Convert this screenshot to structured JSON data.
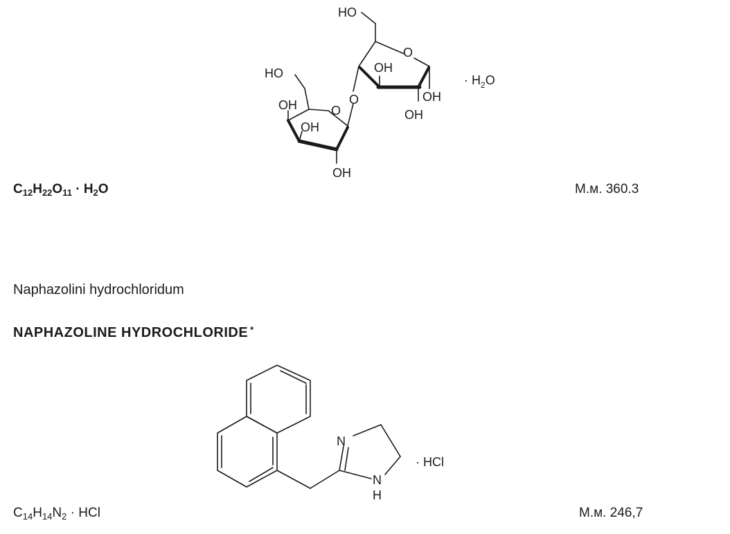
{
  "lactose": {
    "formula_parts": [
      {
        "t": "C",
        "sub": false
      },
      {
        "t": "12",
        "sub": true
      },
      {
        "t": "H",
        "sub": false
      },
      {
        "t": "22",
        "sub": true
      },
      {
        "t": "O",
        "sub": false
      },
      {
        "t": "11",
        "sub": true
      },
      {
        "t": " · H",
        "sub": false
      },
      {
        "t": "2",
        "sub": true
      },
      {
        "t": "O",
        "sub": false
      }
    ],
    "mol_mass": "М.м. 360.3",
    "structure_labels": {
      "ho_top": "HO",
      "ho_left": "HO",
      "o_ring_right": "O",
      "oh_right_1": "OH",
      "oh_right_2": "OH",
      "oh_right_3": "OH",
      "o_bridge": "O",
      "oh_left_1": "OH",
      "oh_left_2": "OH",
      "o_ring_left": "O",
      "oh_left_3": "OH",
      "water": "· H",
      "water_sub": "2",
      "water_o": "O"
    }
  },
  "naphazoline": {
    "latin_name": "Naphazolini hydrochloridum",
    "title": "NAPHAZOLINE HYDROCHLORIDE",
    "title_mark": "*",
    "formula_parts": [
      {
        "t": "C",
        "sub": false
      },
      {
        "t": "14",
        "sub": true
      },
      {
        "t": "H",
        "sub": false
      },
      {
        "t": "14",
        "sub": true
      },
      {
        "t": "N",
        "sub": false
      },
      {
        "t": "2",
        "sub": true
      },
      {
        "t": " · HCl",
        "sub": false
      }
    ],
    "mol_mass": "М.м. 246,7",
    "structure_labels": {
      "n_imine": "N",
      "nh_n": "N",
      "nh_h": "H",
      "hcl": "· HCl"
    }
  }
}
